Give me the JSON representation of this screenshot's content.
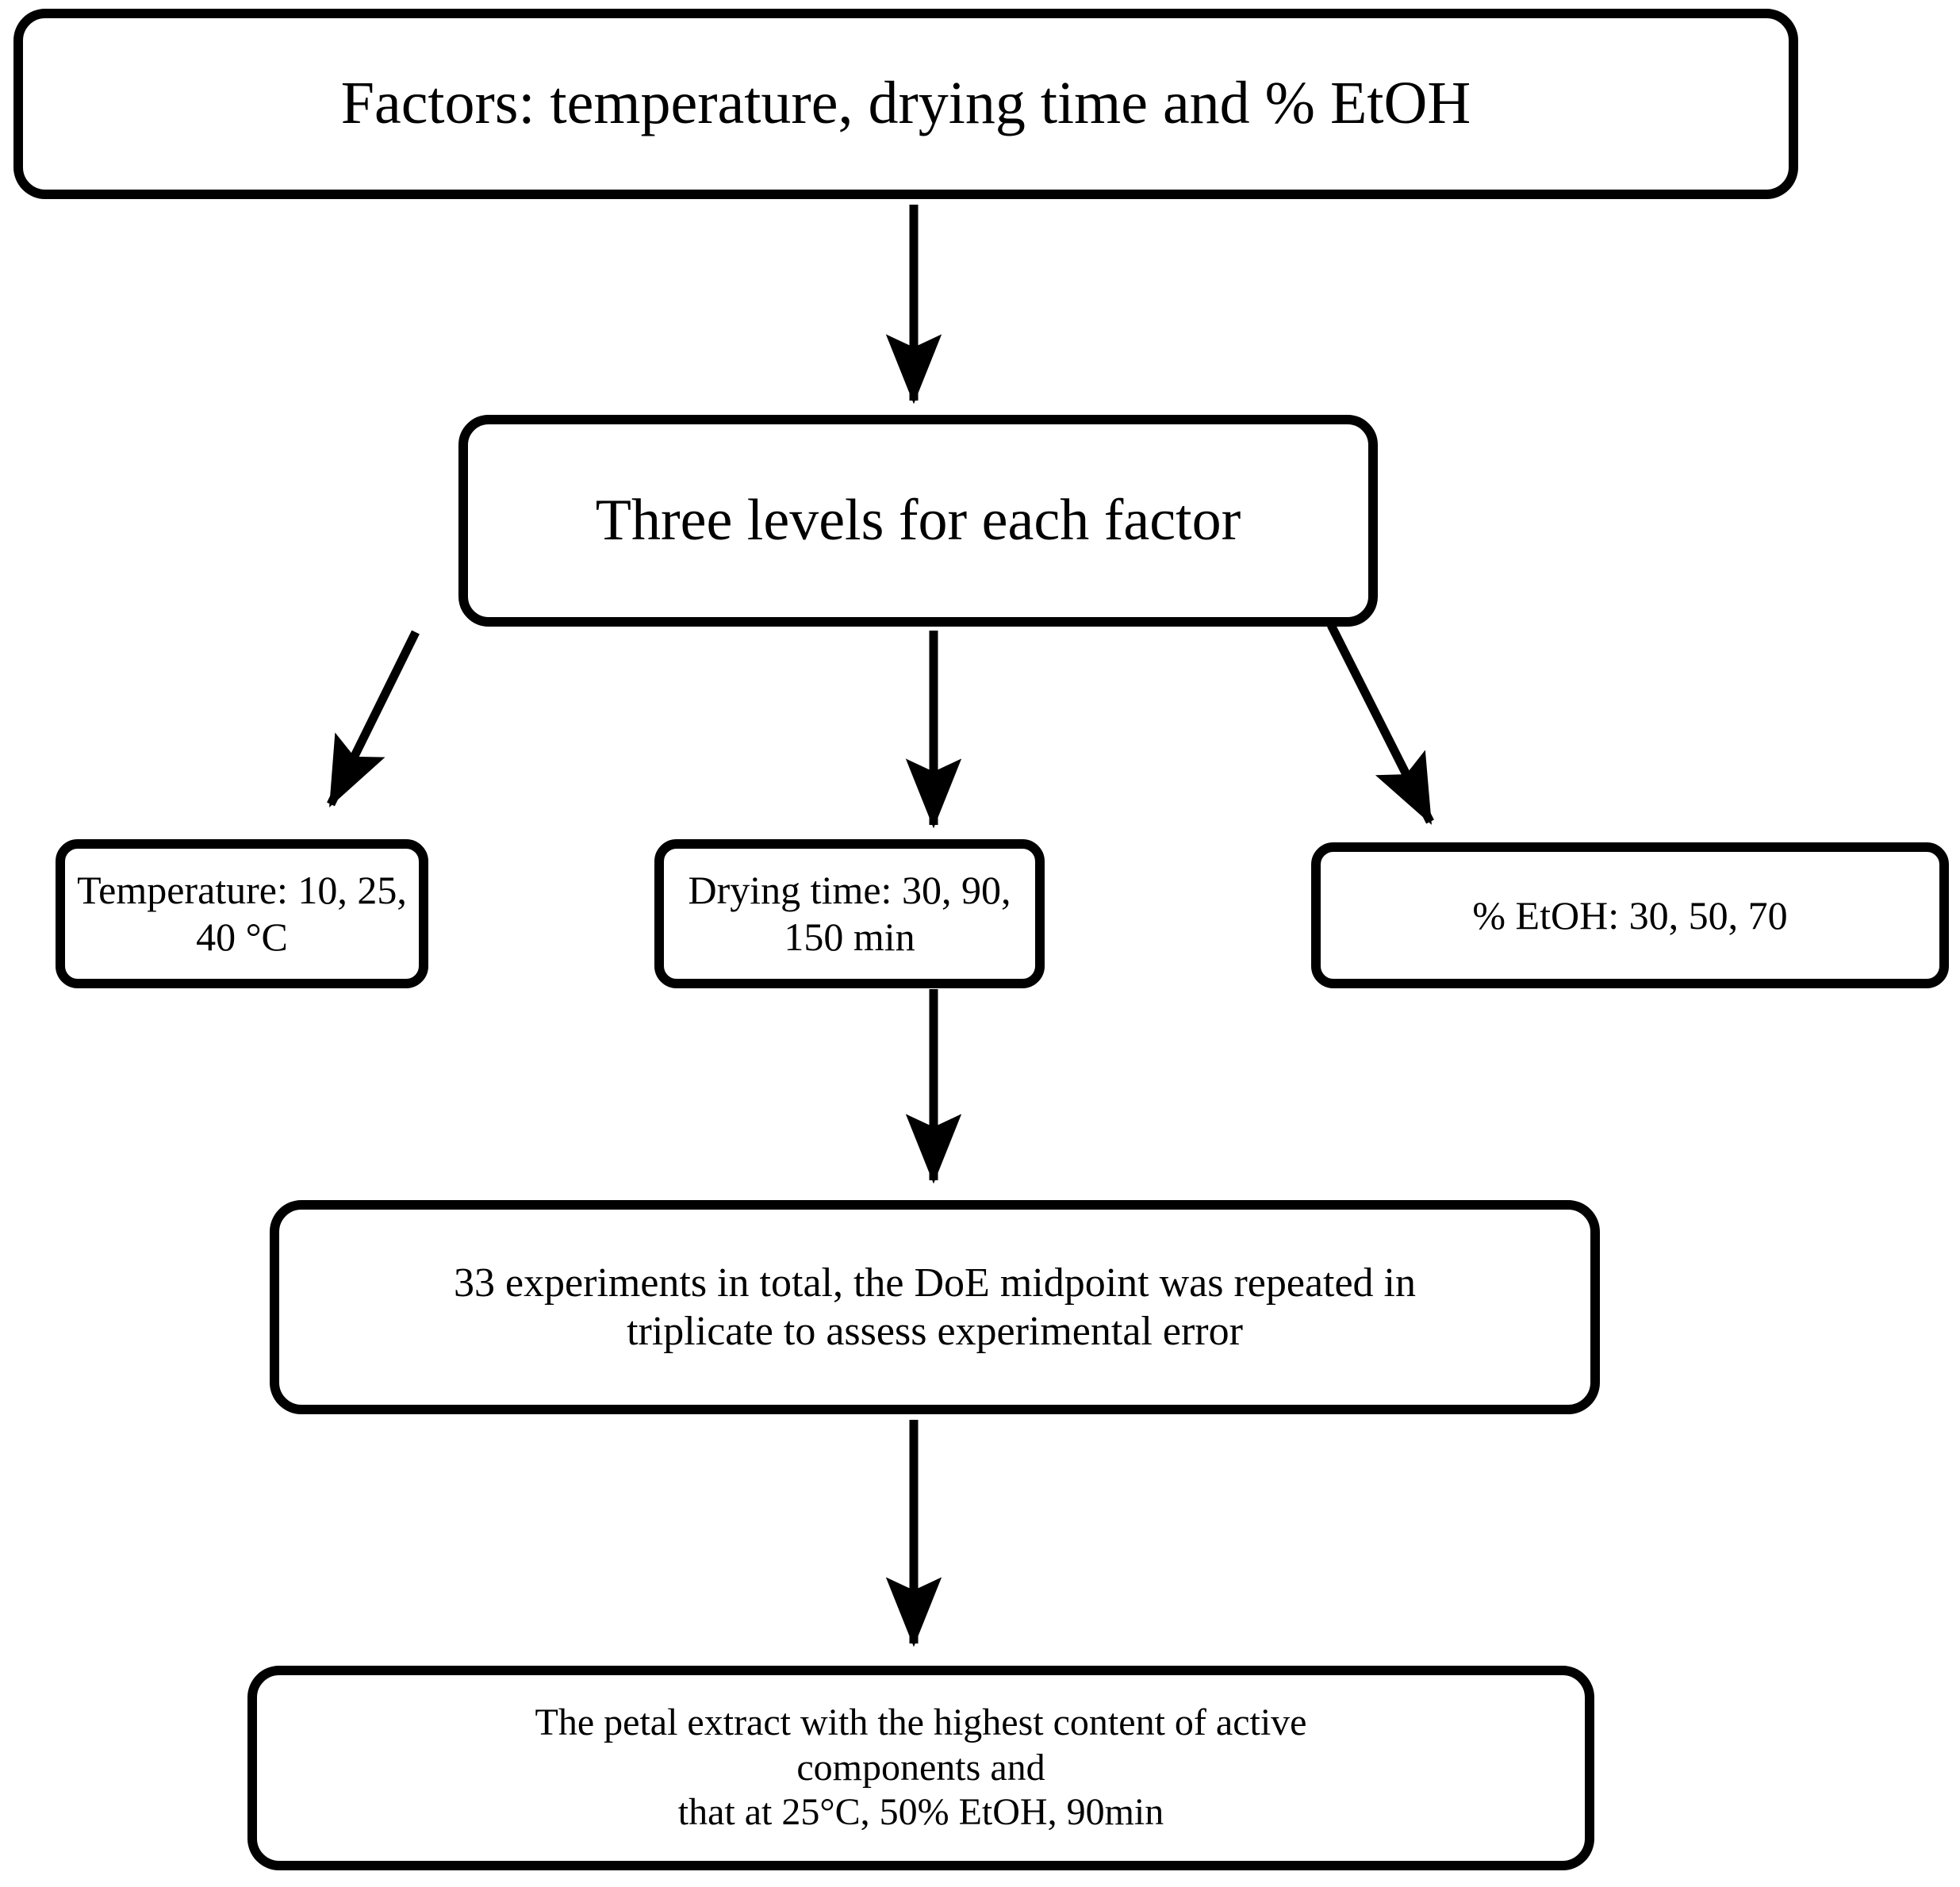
{
  "diagram": {
    "title": "Design of Experiments (DoE) flow",
    "background_color": "#ffffff",
    "stroke_color": "#000000",
    "nodes": {
      "factors": {
        "text": "Factors: temperature, drying time and % EtOH"
      },
      "levels": {
        "text": "Three levels for each factor"
      },
      "temperature": {
        "text": "Temperature:  10, 25, 40 °C"
      },
      "drying_time": {
        "text": "Drying time: 30, 90, 150 min"
      },
      "etoh": {
        "text": "% EtOH: 30, 50, 70"
      },
      "experiments": {
        "text": "33 experiments in total, the DoE midpoint was repeated in\ntriplicate to assess experimental error"
      },
      "conclusion": {
        "text": "The petal extract with the highest content of active\ncomponents and\nthat at 25°C, 50% EtOH, 90min"
      }
    },
    "edges": [
      {
        "id": "factors-to-levels",
        "from": "factors",
        "to": "levels",
        "kind": "vertical-arrow"
      },
      {
        "id": "levels-to-temperature",
        "from": "levels",
        "to": "temperature",
        "kind": "diagonal-arrow-left"
      },
      {
        "id": "levels-to-drying-time",
        "from": "levels",
        "to": "drying_time",
        "kind": "vertical-arrow"
      },
      {
        "id": "levels-to-etoh",
        "from": "levels",
        "to": "etoh",
        "kind": "diagonal-arrow-right"
      },
      {
        "id": "drying-time-to-experiments",
        "from": "drying_time",
        "to": "experiments",
        "kind": "vertical-arrow"
      },
      {
        "id": "experiments-to-conclusion",
        "from": "experiments",
        "to": "conclusion",
        "kind": "vertical-arrow"
      }
    ]
  }
}
